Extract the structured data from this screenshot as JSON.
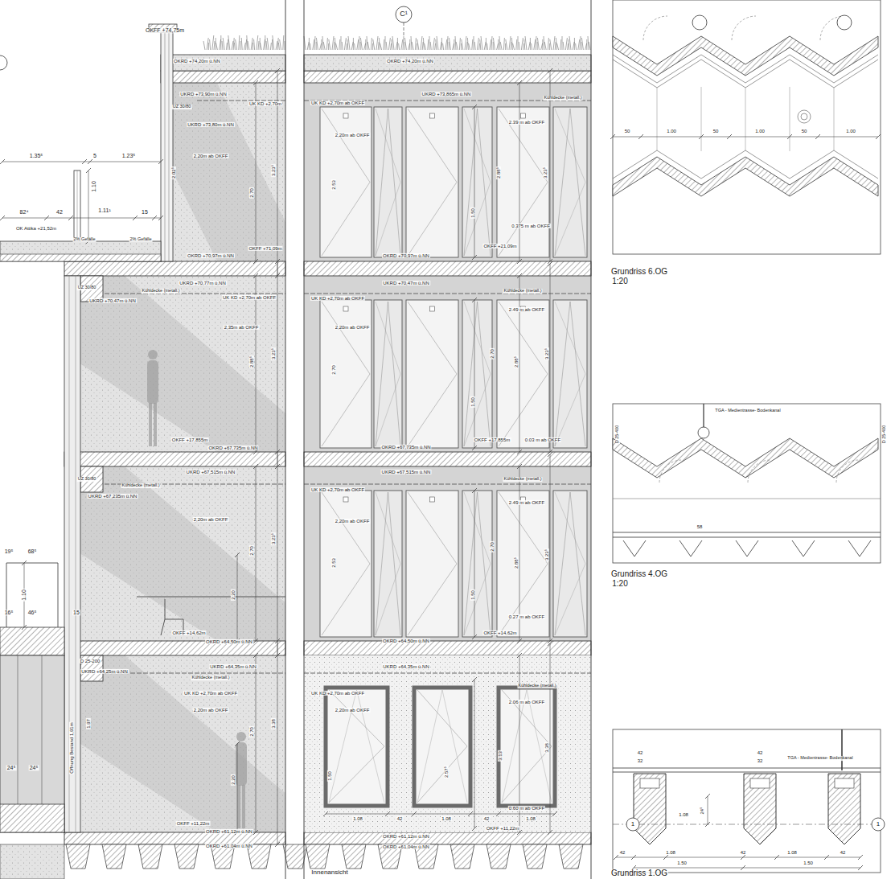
{
  "diagram": {
    "labels": [
      "OKFF +74,75m",
      "OKRD +74,20m ü.NN",
      "UKRD +73,90m ü.NN",
      "UZ 30/80",
      "UK KD +2,70m",
      "UKRD +73,80m ü.NN",
      "2,20m ab OKFF",
      "1.35⁵",
      "5",
      "1.23⁵",
      "82⁴",
      "42",
      "1.11¹",
      "15",
      "1.10",
      "OK Attika +21,52m",
      "2% Gefälle",
      "2% Gefälle",
      "2.02⁵",
      "2.70",
      "3.23⁵",
      "OKFF +71,09m",
      "OKRD +70,97m ü.NN",
      "UZ 30/80",
      "UKRD +70,77m ü.NN",
      "Kühldecke (metall.)",
      "UK KD +2,70m ab OKFF",
      "UKRD +70,47m ü.NN",
      "2,35m ab OKFF",
      "2.88⁵",
      "3.23⁵",
      "OKFF +17,855m",
      "OKRD +67,735m ü.NN",
      "UZ 30/80",
      "UKRD +67,515m ü.NN",
      "Kühldecke (metall.)",
      "UKRD +67,235m ü.NN",
      "2,20m ab OKFF",
      "2.70",
      "3.23⁵",
      "2.20",
      "19⁵",
      "68⁵",
      "1.10",
      "16⁵",
      "46⁵",
      "15",
      "OKFF +14,62m",
      "OKRD +64,50m ü.NN",
      "D 25-200",
      "UKRD +64,35m ü.NN",
      "UKRD +64,25m ü.NN",
      "Kühldecke (metall.)",
      "UK KD +2,70m ab OKFF",
      "2,20m ab OKFF",
      "Öffnung Bestand 1,91m",
      "1.97",
      "2.70",
      "3.38",
      "2.20",
      "24⁵",
      "24⁵",
      "OKFF +11,22m",
      "OKRD +61,12m ü.NN",
      "OKRD +61,04m ü.NN",
      "C¹",
      "OKRD +74,20m ü.NN",
      "UKRD +73,865m ü.NN",
      "UK KD +2,70m ab OKFF",
      "Kühldecke (metall.)",
      "2.39 m ab OKFF",
      "2,20m ab OKFF",
      "2.53",
      "2.88⁵",
      "3.23⁵",
      "1.50",
      "0.375 m ab OKFF",
      "OKFF +21,09m",
      "OKRD +70,97m ü.NN",
      "UKRD +70,47m ü.NN",
      "Kühldecke (metall.)",
      "UK KD +2,70m ab OKFF",
      "2.49 m ab OKFF",
      "2,20m ab OKFF",
      "2.70",
      "2.70",
      "2.88⁵",
      "3.23⁵",
      "1.50",
      "OKFF +17,855m",
      "0.03 m ab OKFF",
      "OKRD +67,735m ü.NN",
      "UKRD +67,515m ü.NN",
      "Kühldecke (metall.)",
      "UK KD +2,70m ab OKFF",
      "2.49 m ab OKFF",
      "2,20m ab OKFF",
      "2.53",
      "2.70",
      "2.88⁵",
      "3.23⁵",
      "1.50",
      "0.27 m ab OKFF",
      "OKFF +14,62m",
      "OKRD +64,50m ü.NN",
      "UKRD +64,35m ü.NN",
      "Kühldecke (metall.)",
      "UK KD +2,70m ab OKFF",
      "2.06 m ab OKFF",
      "2,20m ab OKFF",
      "3.13",
      "3.38",
      "2.57⁵",
      "1.50",
      "0.60 m ab OKFF",
      "1.08",
      "42",
      "1.08",
      "42",
      "1.08",
      "OKFF +11,22m",
      "OKRD +61,12m ü.NN",
      "OKRD +61,04m ü.NN",
      "Innenansicht",
      "50",
      "1.00",
      "50",
      "1.00",
      "50",
      "1.00",
      "Grundriss 6.OG",
      "1:20",
      "TGA - Medientrasse- Bodenkanal",
      "D 25-400",
      "D 25-400",
      "58",
      "Grundriss 4.OG",
      "1:20",
      "42",
      "32",
      "42",
      "32",
      "TGA - Medientrasse- Bodenkanal",
      "24⁵",
      "1.08",
      "1",
      "1",
      "42",
      "1.08",
      "42",
      "1.08",
      "42",
      "1.50",
      "1.50",
      "Grundriss 1.OG"
    ]
  }
}
